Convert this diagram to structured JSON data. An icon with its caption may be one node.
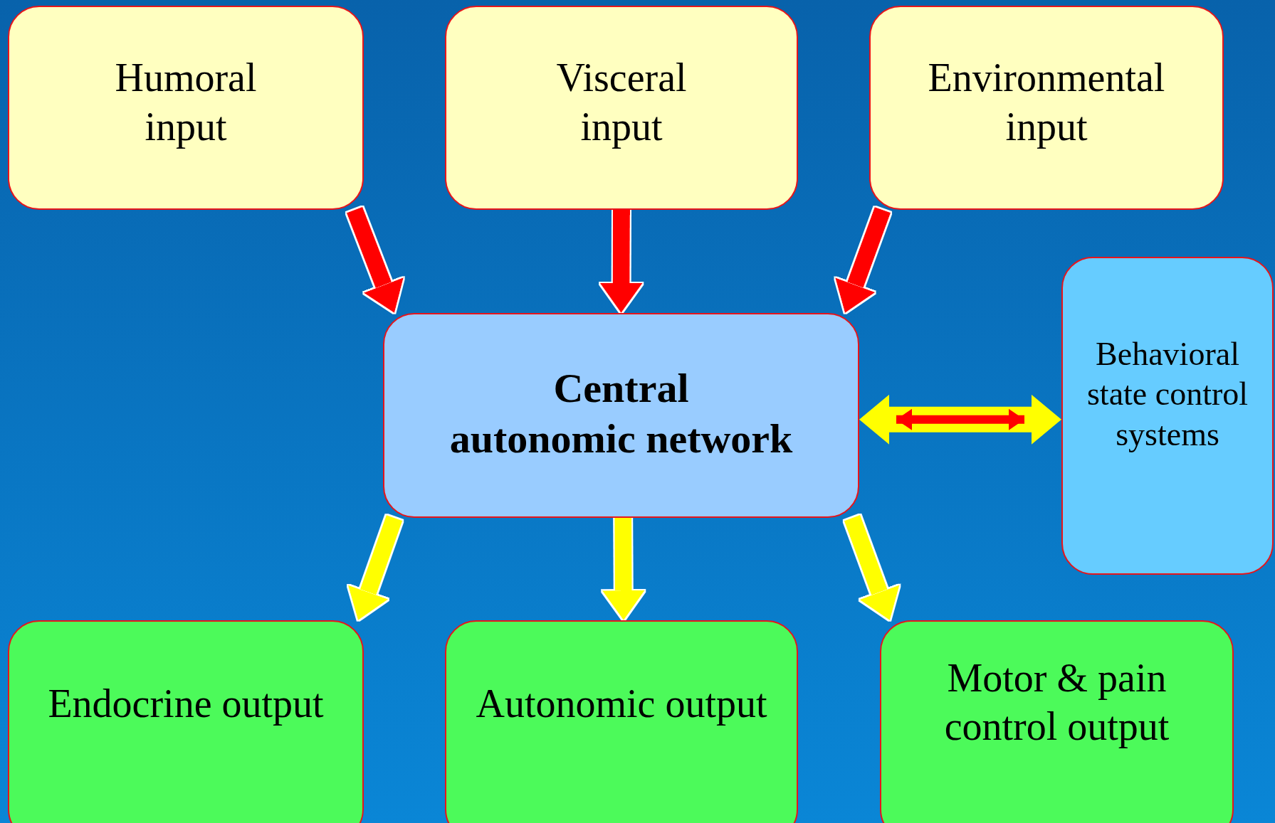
{
  "diagram": {
    "nodes": [
      {
        "text": [
          "Humoral input"
        ]
      },
      {
        "text": [
          "Visceral input"
        ]
      },
      {
        "text": [
          "Environmental input"
        ]
      },
      {
        "text": [
          "Central autonomic network"
        ]
      },
      {
        "text": [
          "Behavioral state control systems"
        ]
      },
      {
        "text": [
          "Endocrine output"
        ]
      },
      {
        "text": [
          "Autonomic output"
        ]
      },
      {
        "text": [
          "Motor & pain control output"
        ]
      }
    ],
    "edges": [
      {
        "from": 0,
        "to": 3,
        "arrow": "to",
        "color": "#ff0000"
      },
      {
        "from": 1,
        "to": 3,
        "arrow": "to",
        "color": "#ff0000"
      },
      {
        "from": 2,
        "to": 3,
        "arrow": "to",
        "color": "#ff0000"
      },
      {
        "from": 3,
        "to": 4,
        "arrow": "both",
        "color": "#ffff00"
      },
      {
        "from": 3,
        "to": 5,
        "arrow": "to",
        "color": "#ffff00"
      },
      {
        "from": 3,
        "to": 6,
        "arrow": "to",
        "color": "#ffff00"
      },
      {
        "from": 3,
        "to": 7,
        "arrow": "to",
        "color": "#ffff00"
      }
    ]
  }
}
